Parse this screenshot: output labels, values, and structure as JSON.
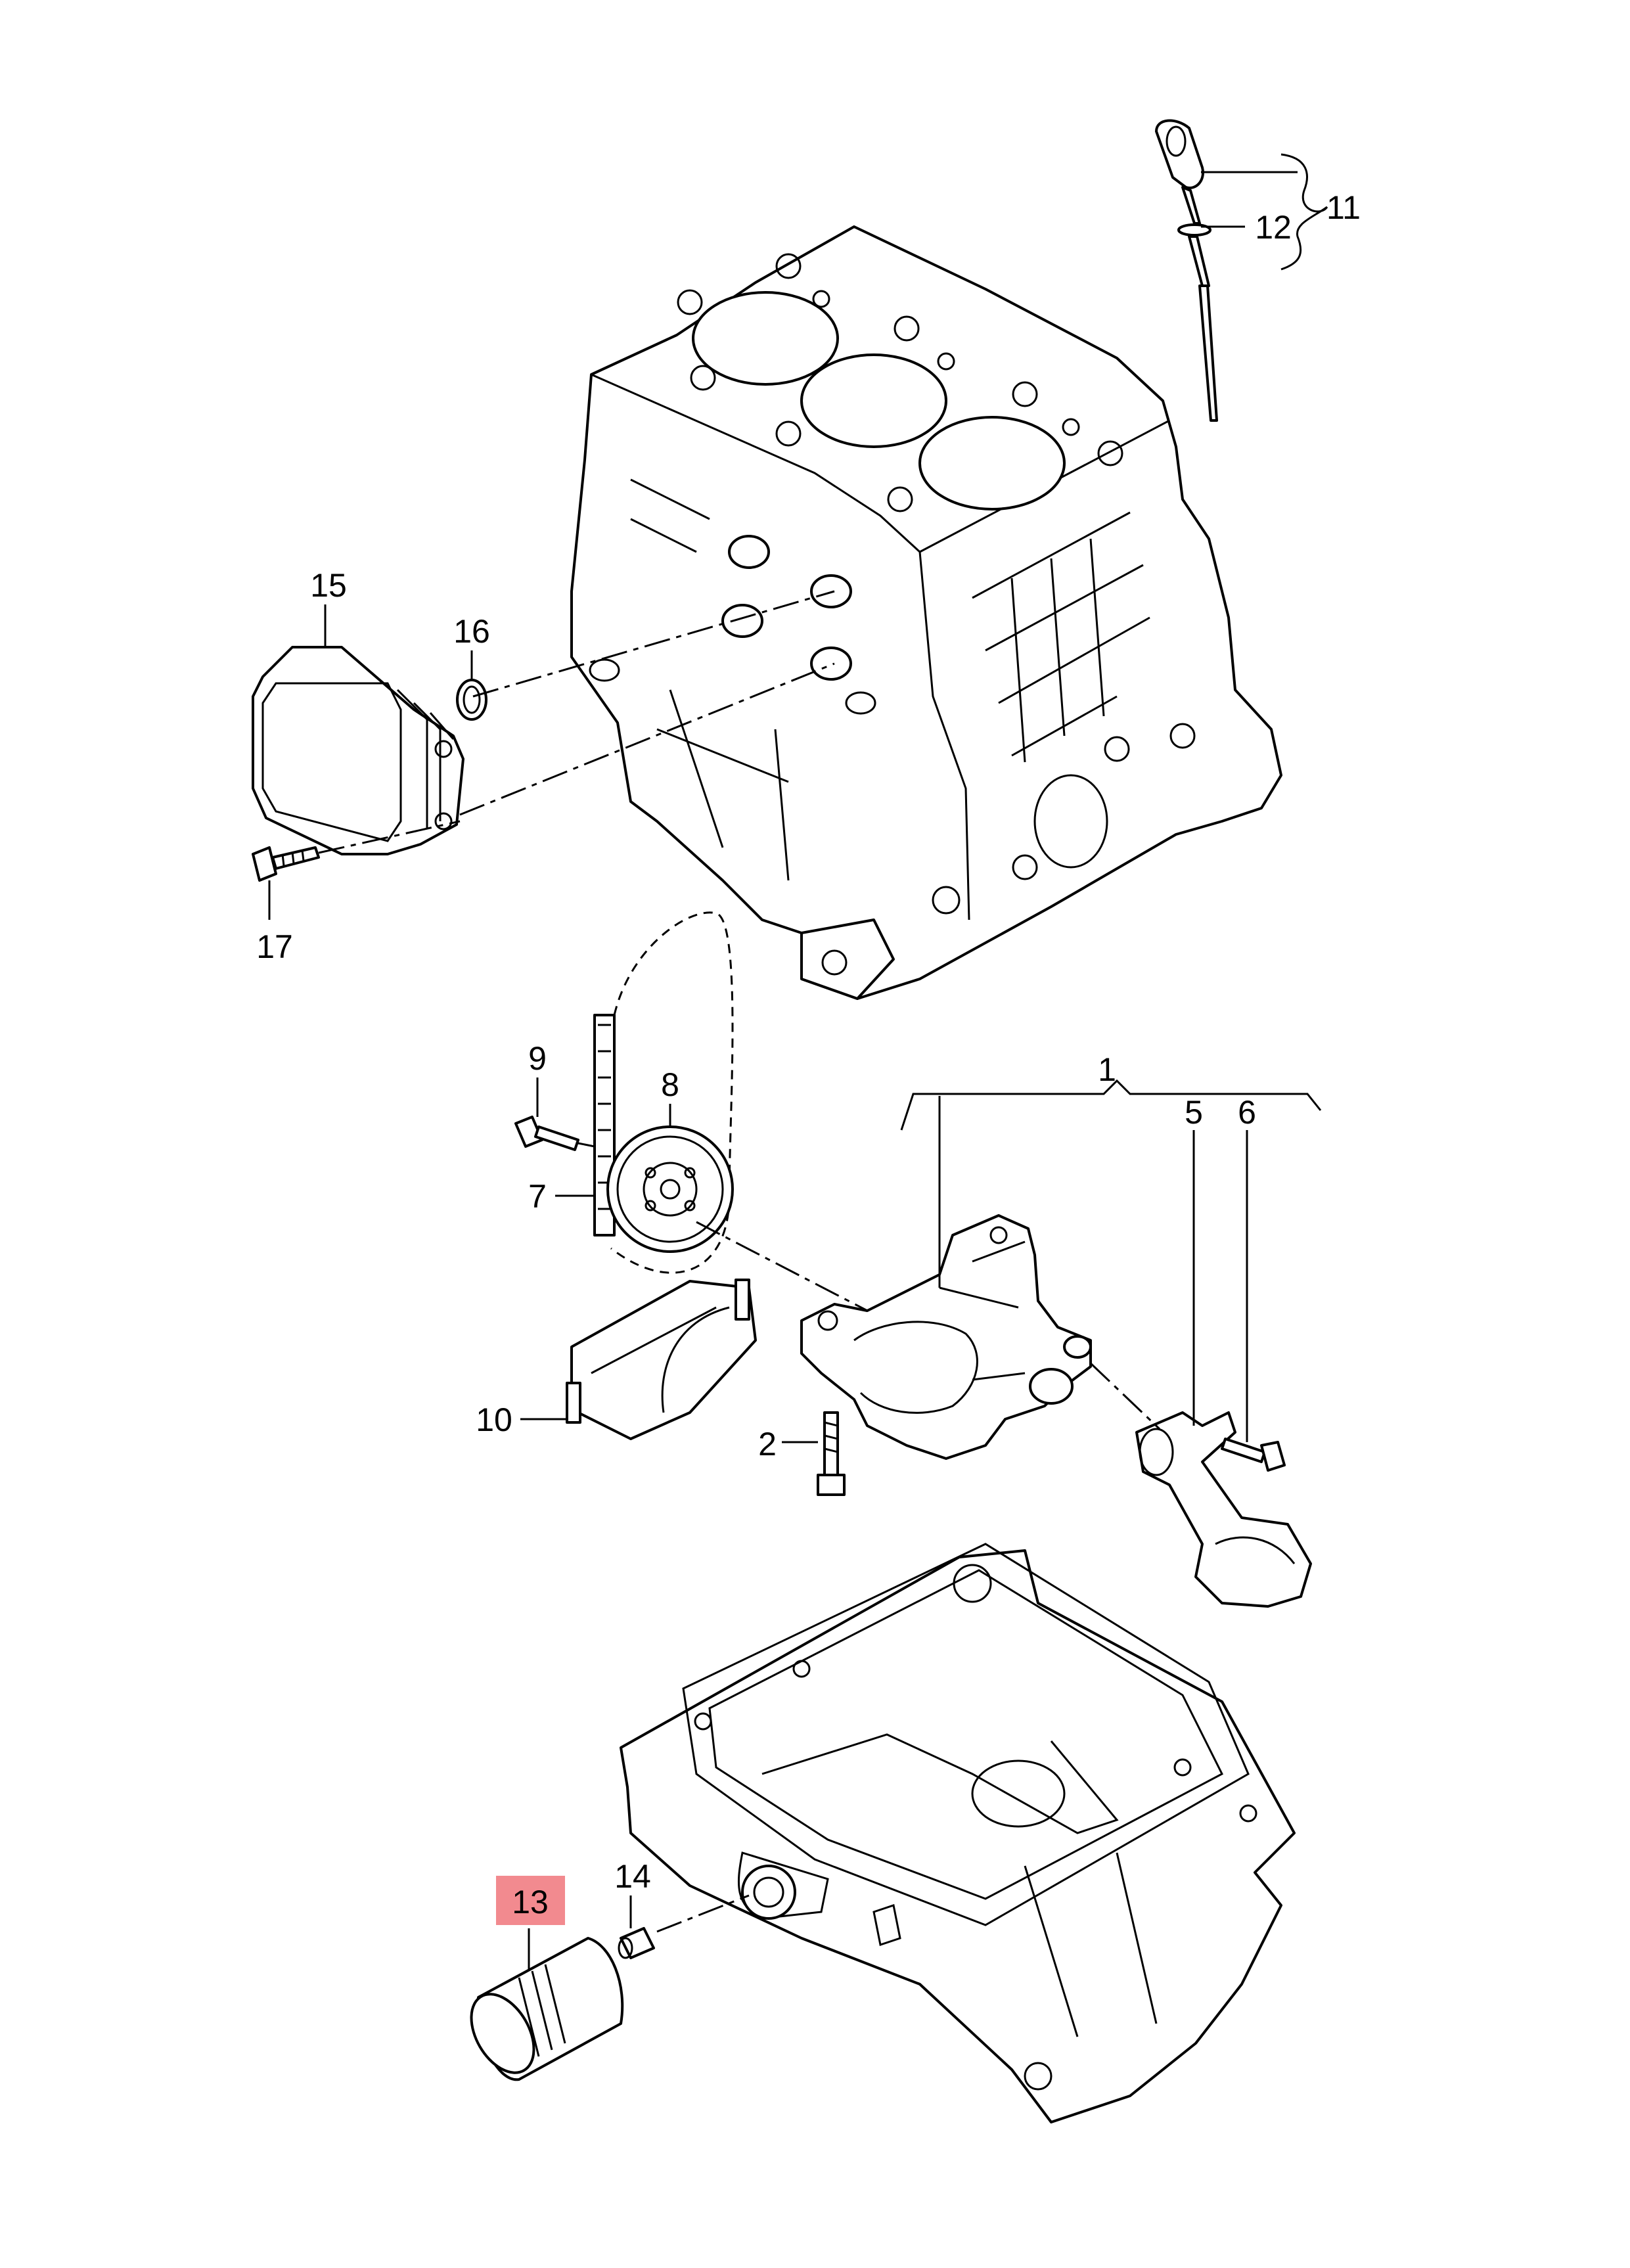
{
  "diagram": {
    "highlight_color": "#f28a8f",
    "labels": {
      "l1": "1",
      "l2": "2",
      "l5": "5",
      "l6": "6",
      "l7": "7",
      "l8": "8",
      "l9": "9",
      "l10": "10",
      "l11": "11",
      "l12": "12",
      "l13": "13",
      "l14": "14",
      "l15": "15",
      "l16": "16",
      "l17": "17"
    },
    "highlighted_part": "13"
  }
}
